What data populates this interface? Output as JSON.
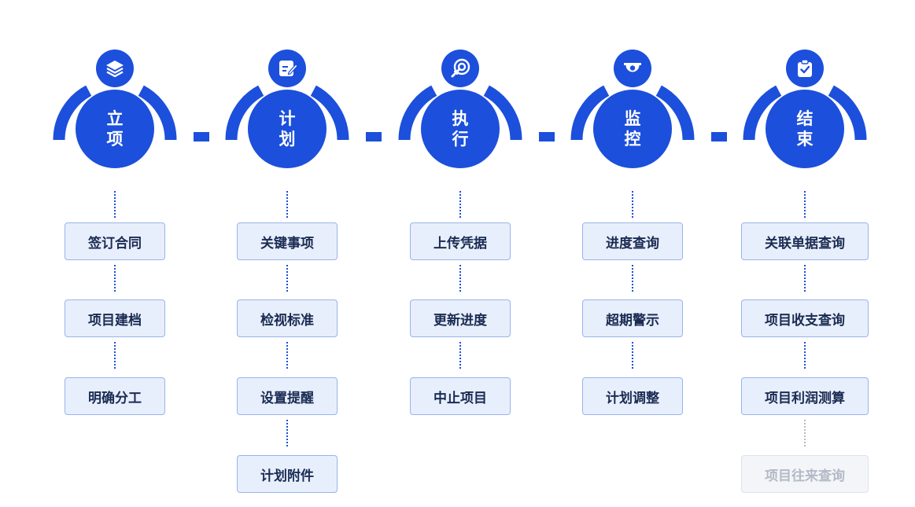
{
  "colors": {
    "accent": "#1c4fdb",
    "task_bg": "#e8effc",
    "task_border": "#97b4ec",
    "muted_text": "#b3bac6"
  },
  "phases": [
    {
      "icon": "stack-layers-icon",
      "label_line1": "立",
      "label_line2": "项",
      "tasks": [
        {
          "label": "签订合同"
        },
        {
          "label": "项目建档"
        },
        {
          "label": "明确分工"
        }
      ]
    },
    {
      "icon": "edit-document-icon",
      "label_line1": "计",
      "label_line2": "划",
      "tasks": [
        {
          "label": "关键事项"
        },
        {
          "label": "检视标准"
        },
        {
          "label": "设置提醒"
        },
        {
          "label": "计划附件"
        }
      ]
    },
    {
      "icon": "rocket-target-icon",
      "label_line1": "执",
      "label_line2": "行",
      "tasks": [
        {
          "label": "上传凭据"
        },
        {
          "label": "更新进度"
        },
        {
          "label": "中止项目"
        }
      ]
    },
    {
      "icon": "monitor-camera-icon",
      "label_line1": "监",
      "label_line2": "控",
      "tasks": [
        {
          "label": "进度查询"
        },
        {
          "label": "超期警示"
        },
        {
          "label": "计划调整"
        }
      ]
    },
    {
      "icon": "clipboard-check-icon",
      "label_line1": "结",
      "label_line2": "束",
      "tasks": [
        {
          "label": "关联单据查询"
        },
        {
          "label": "项目收支查询"
        },
        {
          "label": "项目利润测算"
        },
        {
          "label": "项目往来查询",
          "muted": true
        }
      ]
    }
  ]
}
